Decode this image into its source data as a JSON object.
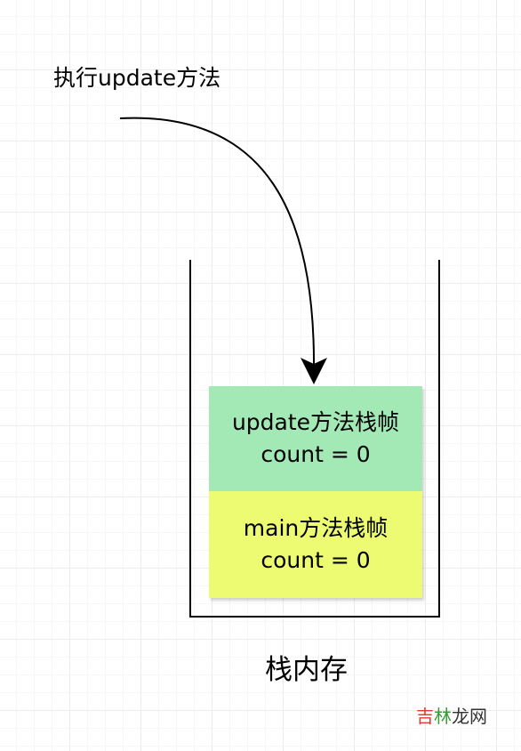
{
  "caption_top": "执行update方法",
  "frames": {
    "update": {
      "title": "update方法栈帧",
      "value": "count = 0",
      "color": "#a3e9b6"
    },
    "main": {
      "title": "main方法栈帧",
      "value": "count = 0",
      "color": "#ecfb72"
    }
  },
  "caption_bottom": "栈内存",
  "watermark": {
    "part1": "吉",
    "part2": "林",
    "part3": "龙网"
  }
}
